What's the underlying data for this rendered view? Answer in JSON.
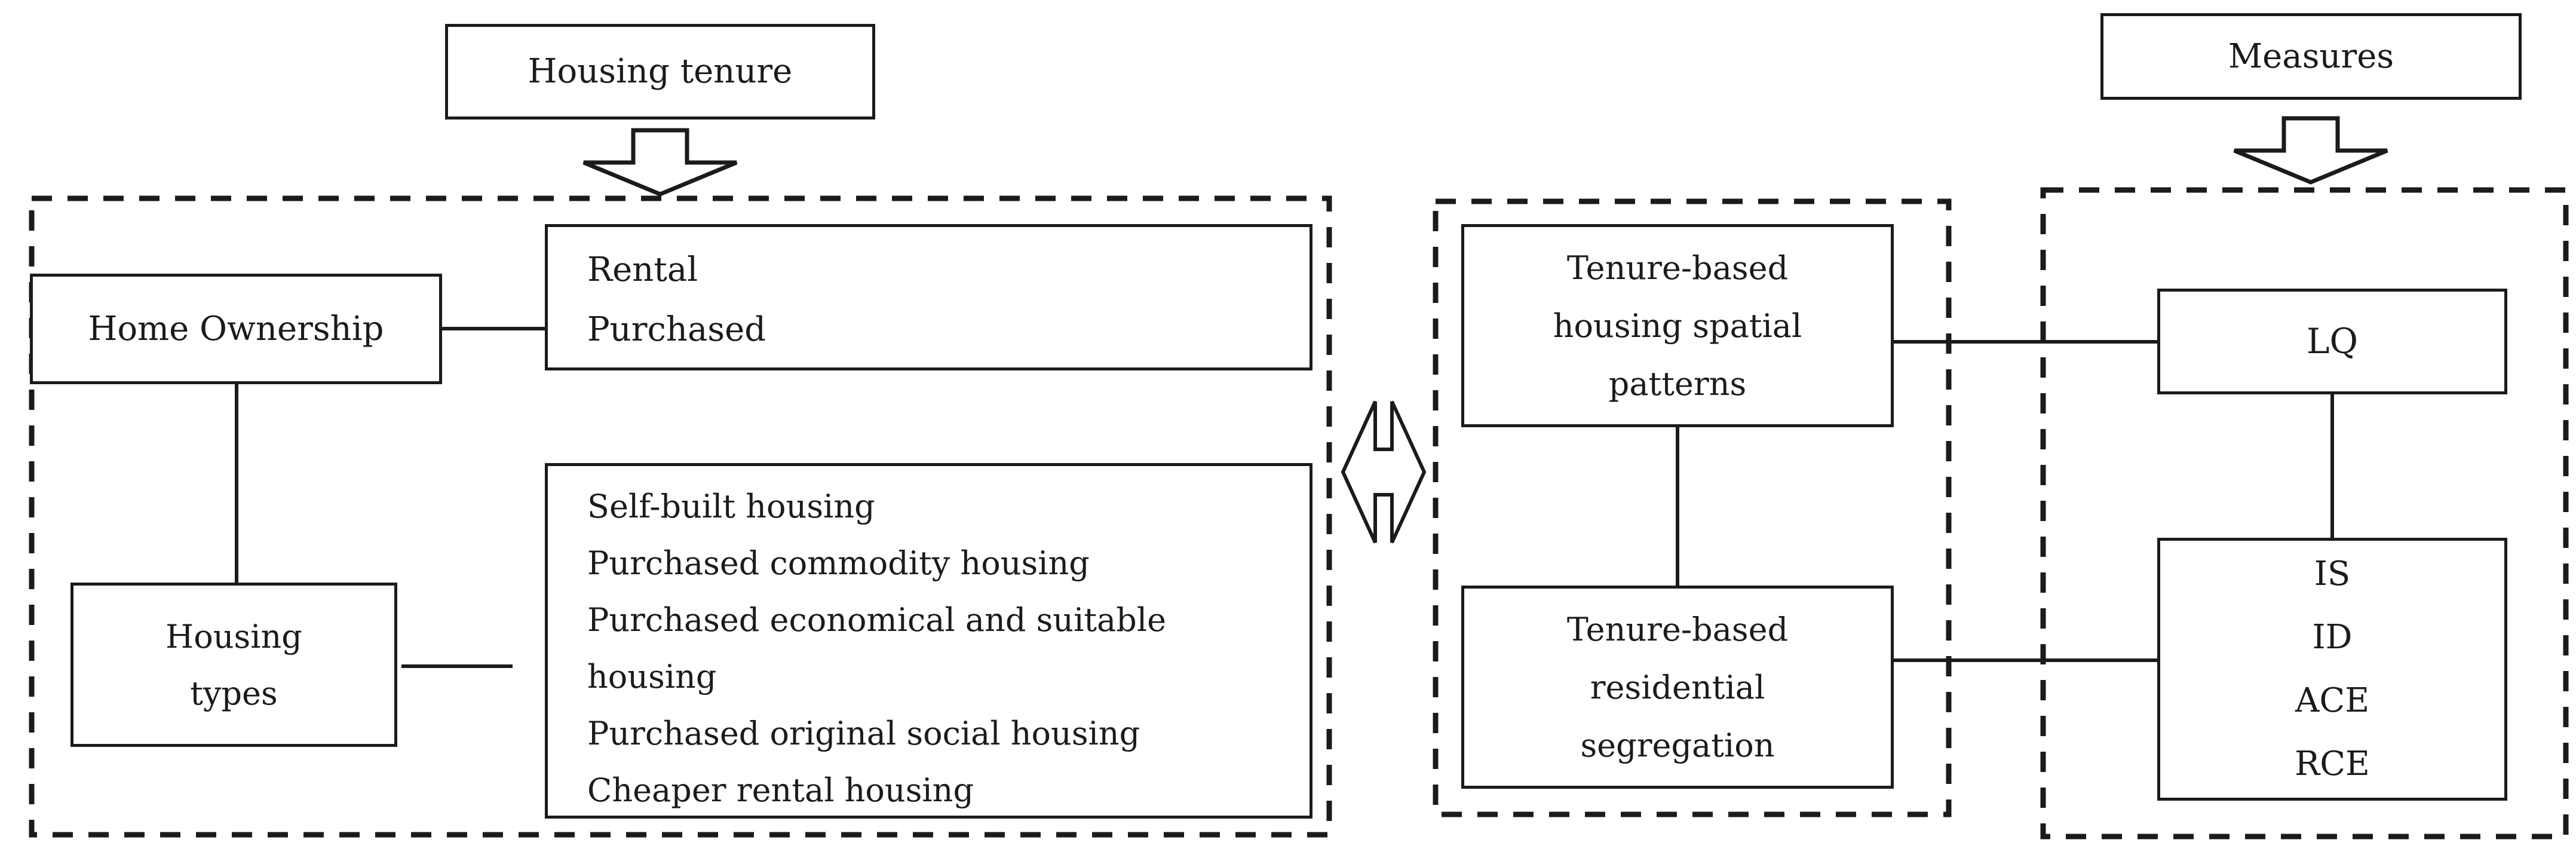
{
  "figure": {
    "title_boxes": {
      "housing_tenure": "Housing tenure",
      "measures": "Measures"
    },
    "left_group": {
      "home_ownership_label": "Home Ownership",
      "tenure_categories": [
        "Rental",
        "Purchased"
      ],
      "housing_types_label": "Housing\ntypes",
      "housing_type_items": [
        "Self-built housing",
        "Purchased commodity housing",
        "Purchased economical and suitable housing",
        "Purchased original social housing",
        "Cheaper rental housing"
      ]
    },
    "middle_group": {
      "spatial_patterns_label": "Tenure-based\nhousing spatial\npatterns",
      "segregation_label": "Tenure-based\nresidential\nsegregation"
    },
    "right_group": {
      "lq_label": "LQ",
      "segregation_indices": [
        "IS",
        "ID",
        "ACE",
        "RCE"
      ]
    },
    "icons": {
      "down_arrow": "hollow-down-block-arrow",
      "double_arrow": "hollow-left-right-block-arrow"
    },
    "colors": {
      "ink": "#1b1b1b",
      "background": "#ffffff"
    }
  }
}
